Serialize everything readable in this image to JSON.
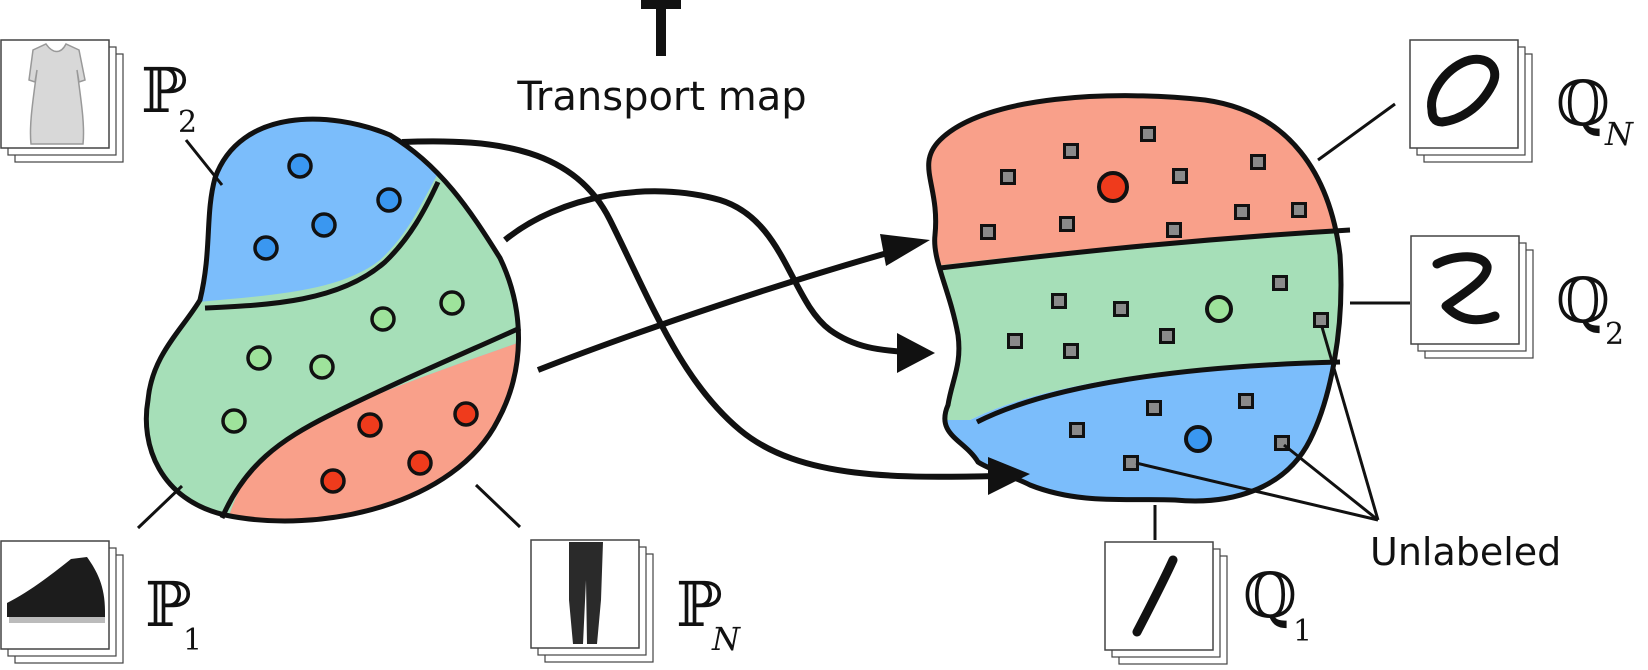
{
  "title_symbol": "T",
  "title_text": "Transport map",
  "unlabeled_text": "Unlabeled",
  "source_labels": {
    "p2": {
      "main": "ℙ",
      "sub": "2"
    },
    "p1": {
      "main": "ℙ",
      "sub": "1"
    },
    "pn": {
      "main": "ℙ",
      "sub": "N"
    }
  },
  "target_labels": {
    "qn": {
      "main": "ℚ",
      "sub": "N"
    },
    "q2": {
      "main": "ℚ",
      "sub": "2"
    },
    "q1": {
      "main": "ℚ",
      "sub": "1"
    }
  },
  "thumbnails": {
    "p2": "dress-image",
    "p1": "sneaker-image",
    "pn": "trousers-image",
    "qn": "digit-0-image",
    "q2": "digit-2-image",
    "q1": "digit-1-image"
  },
  "colors": {
    "blue": "#7bbdfb",
    "green": "#a6dfb8",
    "red": "#f9a08a",
    "blue_dot": "#3a97f0",
    "green_dot": "#9ee39b",
    "red_dot": "#ef3b1c",
    "square": "#8a8a8a",
    "outline": "#111111"
  }
}
